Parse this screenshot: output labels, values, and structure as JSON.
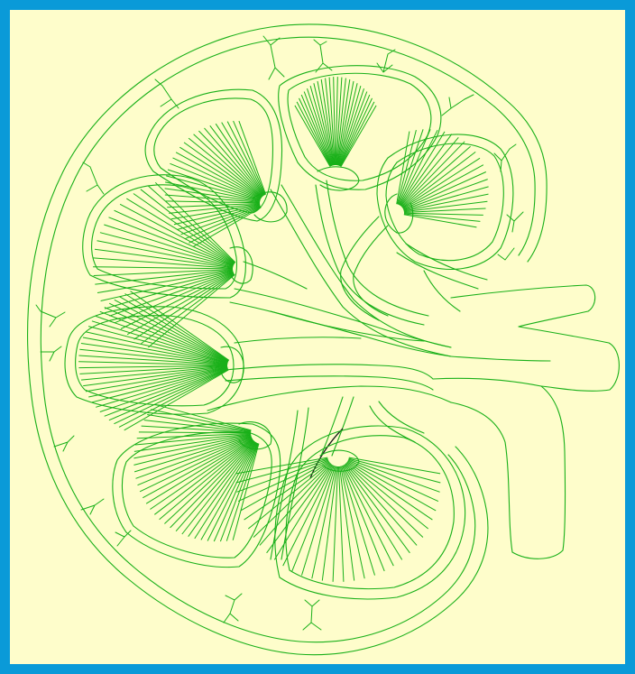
{
  "diagram": {
    "subject": "kidney-cross-section",
    "colors": {
      "border": "#0a9ad8",
      "background": "#fefdcb",
      "line": "#19b019",
      "highlight_line": "#1a1a1a"
    },
    "pyramids": [
      {
        "id": "upper-left",
        "rays": 30
      },
      {
        "id": "upper-middle",
        "rays": 26
      },
      {
        "id": "upper-right",
        "rays": 22
      },
      {
        "id": "middle-left",
        "rays": 30
      },
      {
        "id": "lower-left",
        "rays": 32
      },
      {
        "id": "lower-middle",
        "rays": 34
      },
      {
        "id": "left-top",
        "rays": 26
      }
    ]
  }
}
